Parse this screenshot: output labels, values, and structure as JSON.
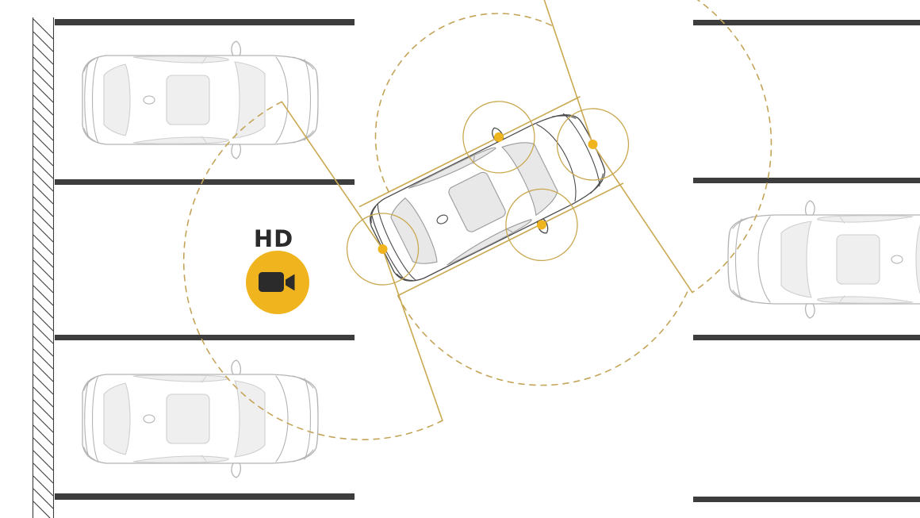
{
  "badge": {
    "label": "HD",
    "icon": "video-camera-icon",
    "shape": "amber-circle"
  },
  "cameras": [
    {
      "id": "front-camera",
      "marker": "amber-dot",
      "coverage": "dashed-arc"
    },
    {
      "id": "rear-camera",
      "marker": "amber-dot",
      "coverage": "dashed-arc"
    },
    {
      "id": "left-mirror-camera",
      "marker": "amber-dot",
      "coverage": "dashed-arc"
    },
    {
      "id": "right-mirror-camera",
      "marker": "amber-dot",
      "coverage": "dashed-arc"
    }
  ],
  "scene": {
    "vehicles": [
      {
        "id": "ego-car",
        "style": "dark-outline",
        "state": "maneuvering-at-angle"
      },
      {
        "id": "parked-car-top-left",
        "style": "light-outline"
      },
      {
        "id": "parked-car-bottom-left",
        "style": "light-outline"
      },
      {
        "id": "parked-car-right",
        "style": "light-outline"
      }
    ],
    "markings": [
      "wall-hatched-strip",
      "parking-stall-lines-left",
      "parking-stall-lines-right"
    ]
  },
  "colors": {
    "bg": "#FFFFFF",
    "marking": "#3D3D3D",
    "gold_solid": "#C9A850",
    "gold_dashed": "#C4A458",
    "amber": "#F0B41E",
    "text_dark": "#2B2B2B",
    "car_line_light": "#B4B4B4",
    "car_line_dark": "#4A4A4A",
    "glass_fill": "#EFEFEF",
    "glass_fill_dark": "#E8E8E8",
    "glass_line_light": "#CFCFCF",
    "glass_line_dark": "#9A9A9A"
  }
}
